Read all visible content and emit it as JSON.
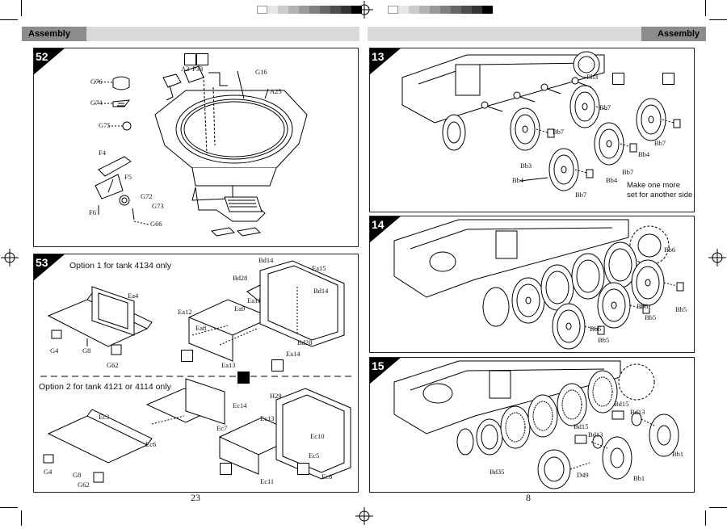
{
  "header": {
    "left_title": "Assembly",
    "right_title": "Assembly"
  },
  "pages": {
    "left_number": "23",
    "right_number": "8"
  },
  "steps": {
    "s52": {
      "number": "52",
      "labels": [
        "G76",
        "G74",
        "G75",
        "A3",
        "P33",
        "G16",
        "A25",
        "F4",
        "F5",
        "G72",
        "G73",
        "F6",
        "G66"
      ]
    },
    "s53": {
      "number": "53",
      "option1": "Option 1 for tank 4134 only",
      "option2": "Option 2 for tank 4121 or 4114 only",
      "labels_top": [
        "Bd14",
        "Ea15",
        "Bd28",
        "Ea4",
        "Bd14",
        "Ea11",
        "Ea12",
        "Ea9",
        "Ea8",
        "Bd28",
        "G4",
        "G8",
        "G62",
        "Ea14",
        "Ea13"
      ],
      "labels_bottom": [
        "Ec14",
        "H29",
        "Ec3",
        "Ec6",
        "Ec13",
        "Ec7",
        "Ec10",
        "Ec5",
        "G4",
        "G8",
        "G62",
        "Ec11",
        "Ec8"
      ]
    },
    "s13": {
      "number": "13",
      "note_line1": "Make one more",
      "note_line2": "set for another side",
      "labels": [
        "Bb3",
        "Bb7",
        "Bb7",
        "Bb3",
        "Bb7",
        "Bb4",
        "Bb4",
        "Bb7",
        "Bb4",
        "Bb7"
      ]
    },
    "s14": {
      "number": "14",
      "labels": [
        "Bb6",
        "Bb6",
        "Bb5",
        "Bb5",
        "Bb6",
        "Bb5"
      ]
    },
    "s15": {
      "number": "15",
      "labels": [
        "Bd15",
        "Bd13",
        "Bd15",
        "Bd13",
        "Bb1",
        "Bd35",
        "D49",
        "Bb1"
      ]
    }
  },
  "colors": {
    "header_bar": "#d9d9d9",
    "header_label": "#8c8c8c",
    "step_badge": "#000000"
  }
}
